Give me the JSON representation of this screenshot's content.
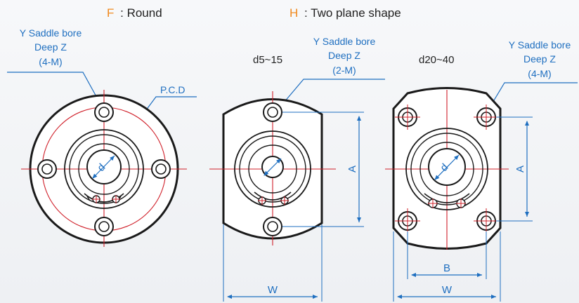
{
  "headers": {
    "f_letter": "F",
    "f_text": ": Round",
    "h_letter": "H",
    "h_text": ": Two plane shape"
  },
  "callouts": {
    "left": {
      "line1": "Y Saddle bore",
      "line2": "Deep Z",
      "line3": "(4-M)"
    },
    "middle": {
      "line1": "Y Saddle bore",
      "line2": "Deep Z",
      "line3": "(2-M)"
    },
    "right": {
      "line1": "Y Saddle bore",
      "line2": "Deep Z",
      "line3": "(4-M)"
    },
    "pcd": "P.C.D"
  },
  "ranges": {
    "small": "d5~15",
    "large": "d20~40"
  },
  "dimensions": {
    "a": "A",
    "w": "W",
    "b": "B",
    "d": "d"
  },
  "colors": {
    "outline": "#1a1a1a",
    "dimension": "#1f6fc0",
    "pcd": "#d0202a",
    "accent": "#f08a1f"
  }
}
